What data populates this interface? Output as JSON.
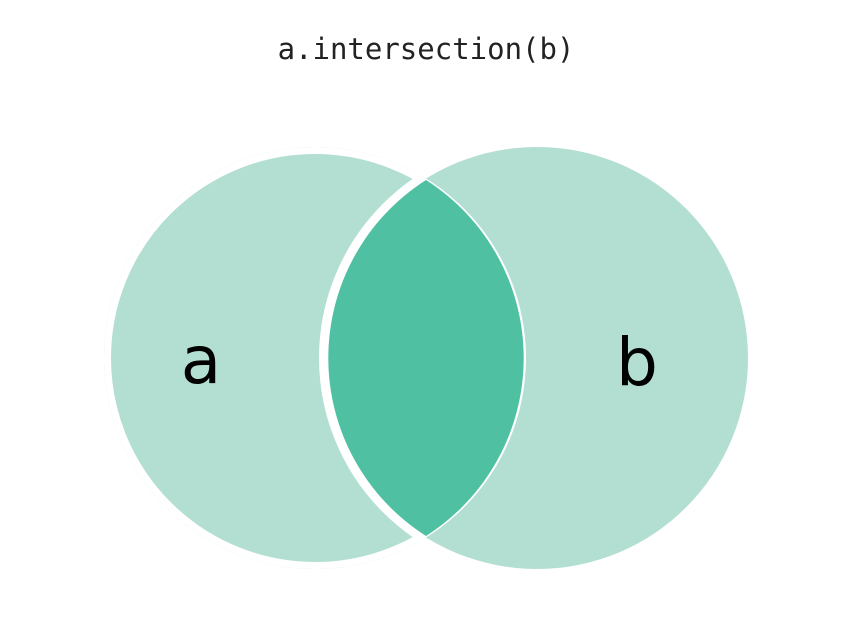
{
  "diagram": {
    "title": "a.intersection(b)",
    "sets": [
      {
        "label": "a"
      },
      {
        "label": "b"
      }
    ],
    "colors": {
      "set_fill": "#b3dfd2",
      "intersection_fill": "#4fc0a2",
      "separator": "#ffffff",
      "background": "#ffffff"
    }
  }
}
